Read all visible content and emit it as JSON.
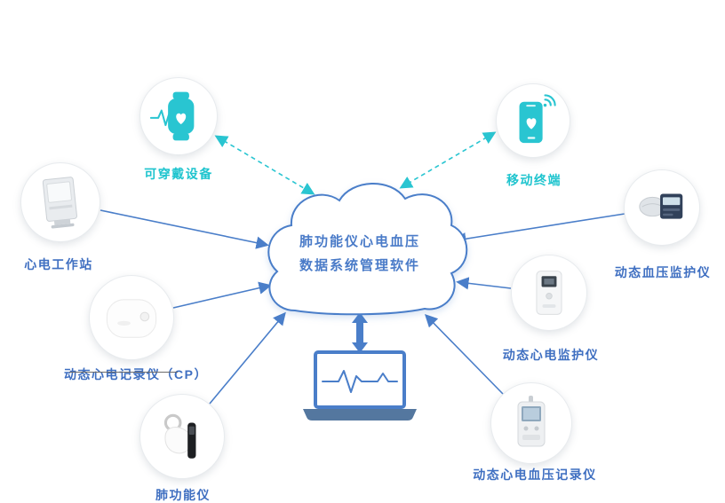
{
  "colors": {
    "teal": "#29c5d1",
    "blue": "#4a7ec9",
    "label_blue": "#3f6fc1",
    "label_teal": "#1ec4ce",
    "cloud_text": "#4a7bc8"
  },
  "cloud": {
    "line1": "肺功能仪心电血压",
    "line2": "数据系统管理软件"
  },
  "nodes": [
    {
      "id": "wearable",
      "label": "可穿戴设备",
      "icon": "smartwatch-icon",
      "connection": "dashed-bidirectional"
    },
    {
      "id": "mobile",
      "label": "移动终端",
      "icon": "smartphone-icon",
      "connection": "dashed-bidirectional"
    },
    {
      "id": "ecg-workstation",
      "label": "心电工作站",
      "icon": "ecg-workstation-device",
      "connection": "solid-to-cloud"
    },
    {
      "id": "ecg-recorder-cp",
      "label": "动态心电记录仪（CP）",
      "icon": "ecg-recorder-device",
      "connection": "solid-to-cloud"
    },
    {
      "id": "spirometer",
      "label": "肺功能仪",
      "icon": "spirometer-device",
      "connection": "solid-to-cloud"
    },
    {
      "id": "bp-monitor",
      "label": "动态血压监护仪",
      "icon": "bp-monitor-device",
      "connection": "solid-to-cloud"
    },
    {
      "id": "ecg-monitor",
      "label": "动态心电监护仪",
      "icon": "ecg-monitor-device",
      "connection": "solid-to-cloud"
    },
    {
      "id": "ecg-bp-recorder",
      "label": "动态心电血压记录仪",
      "icon": "ecg-bp-recorder-device",
      "connection": "solid-to-cloud"
    }
  ],
  "center": {
    "laptop_icon": "laptop-ecg-icon",
    "cloud_laptop_link": "double-arrow"
  }
}
